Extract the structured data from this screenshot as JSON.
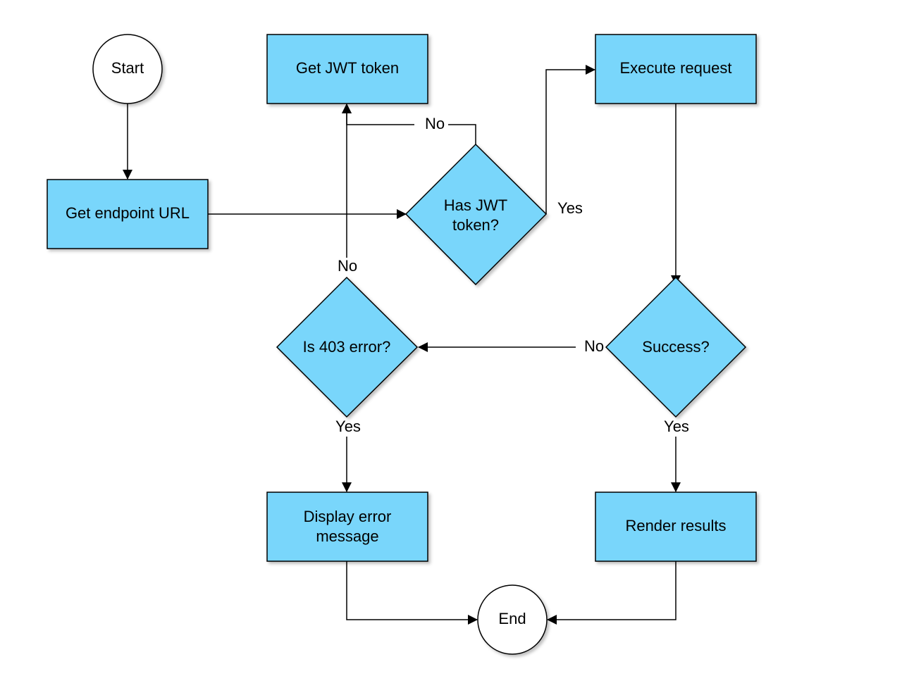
{
  "colors": {
    "process_fill": "#79d6fb",
    "terminal_fill": "#ffffff",
    "stroke": "#000000"
  },
  "nodes": {
    "start": "Start",
    "get_endpoint_url": "Get endpoint URL",
    "get_jwt_token": "Get JWT token",
    "has_jwt_token": [
      "Has JWT",
      "token?"
    ],
    "execute_request": "Execute request",
    "success": "Success?",
    "is_403_error": "Is 403 error?",
    "display_error_message": [
      "Display error",
      "message"
    ],
    "render_results": "Render results",
    "end": "End"
  },
  "edge_labels": {
    "has_jwt_no": "No",
    "has_jwt_yes": "Yes",
    "success_no": "No",
    "success_yes": "Yes",
    "is403_no": "No",
    "is403_yes": "Yes"
  }
}
